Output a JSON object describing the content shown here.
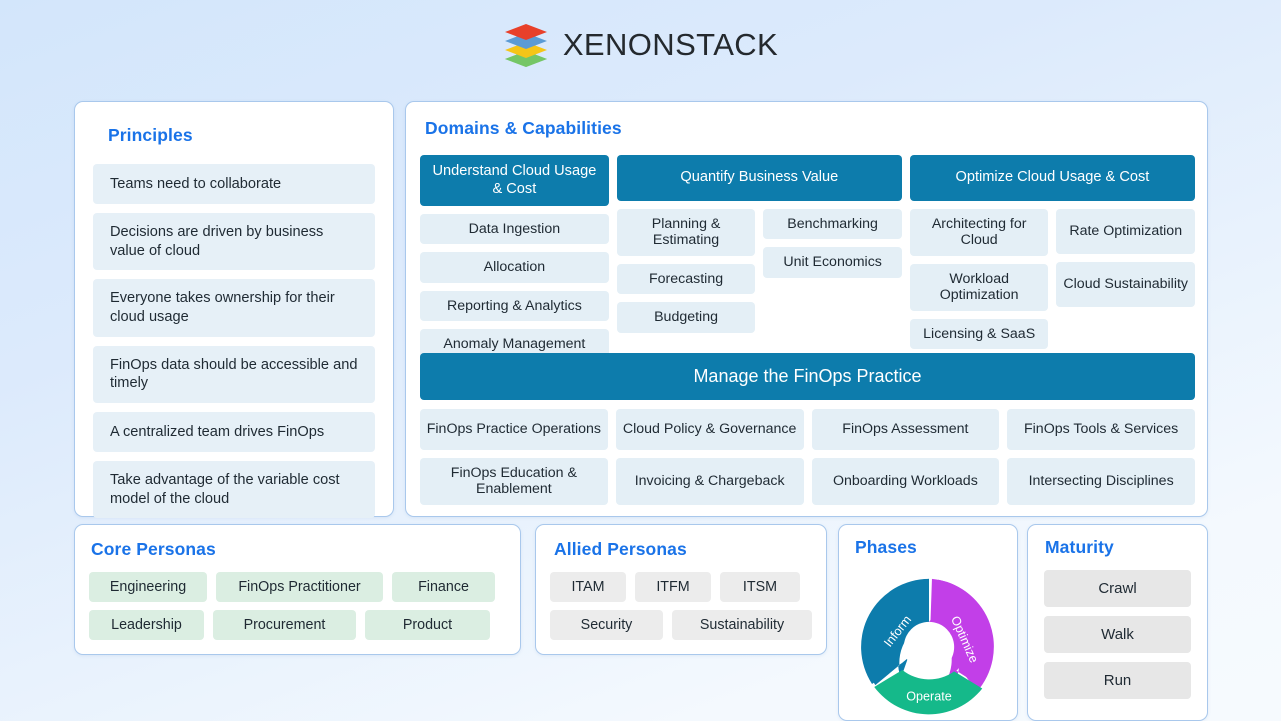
{
  "header": {
    "brand": "XENONSTACK",
    "logo_icon": "stacked-layers-logo"
  },
  "colors": {
    "page_bg_top": "#d3e6fb",
    "page_bg_bottom": "#f6fafe",
    "panel_border": "#a9c8ec",
    "title_blue": "#1a73e8",
    "domain_header_teal": "#0d7cac",
    "chip_blue": "#e4eff6",
    "principle_blue": "#e6f0f7",
    "chip_green": "#dbeee2",
    "chip_gray": "#ececec",
    "phase_inform": "#0d7cac",
    "phase_optimize": "#c23fe8",
    "phase_operate": "#15b98a"
  },
  "principles": {
    "title": "Principles",
    "items": [
      "Teams need to collaborate",
      "Decisions are driven by business value of cloud",
      "Everyone takes ownership for their cloud usage",
      "FinOps data should be accessible and timely",
      "A centralized team drives FinOps",
      "Take advantage of the variable cost model of the cloud"
    ]
  },
  "domains": {
    "title": "Domains & Capabilities",
    "columns": [
      {
        "header": "Understand Cloud Usage & Cost",
        "subcolumns": [
          [
            "Data Ingestion",
            "Allocation",
            "Reporting & Analytics",
            "Anomaly Management"
          ]
        ]
      },
      {
        "header": "Quantify Business Value",
        "subcolumns": [
          [
            "Planning & Estimating",
            "Forecasting",
            "Budgeting"
          ],
          [
            "Benchmarking",
            "Unit Economics"
          ]
        ]
      },
      {
        "header": "Optimize Cloud Usage & Cost",
        "subcolumns": [
          [
            "Architecting for Cloud",
            "Workload Optimization",
            "Licensing & SaaS"
          ],
          [
            "Rate Optimization",
            "Cloud Sustainability"
          ]
        ]
      }
    ],
    "manage": {
      "header": "Manage the FinOps Practice",
      "row1": [
        "FinOps Practice Operations",
        "Cloud Policy & Governance",
        "FinOps Assessment",
        "FinOps Tools & Services"
      ],
      "row2": [
        "FinOps Education & Enablement",
        "Invoicing & Chargeback",
        "Onboarding Workloads",
        "Intersecting Disciplines"
      ]
    }
  },
  "core_personas": {
    "title": "Core Personas",
    "row1": [
      "Engineering",
      "FinOps Practitioner",
      "Finance"
    ],
    "row2": [
      "Leadership",
      "Procurement",
      "Product"
    ]
  },
  "allied_personas": {
    "title": "Allied Personas",
    "row1": [
      "ITAM",
      "ITFM",
      "ITSM"
    ],
    "row2": [
      "Security",
      "Sustainability"
    ]
  },
  "phases": {
    "title": "Phases",
    "segments": [
      {
        "label": "Inform",
        "color": "#0d7cac"
      },
      {
        "label": "Optimize",
        "color": "#c23fe8"
      },
      {
        "label": "Operate",
        "color": "#15b98a"
      }
    ]
  },
  "maturity": {
    "title": "Maturity",
    "items": [
      "Crawl",
      "Walk",
      "Run"
    ]
  }
}
